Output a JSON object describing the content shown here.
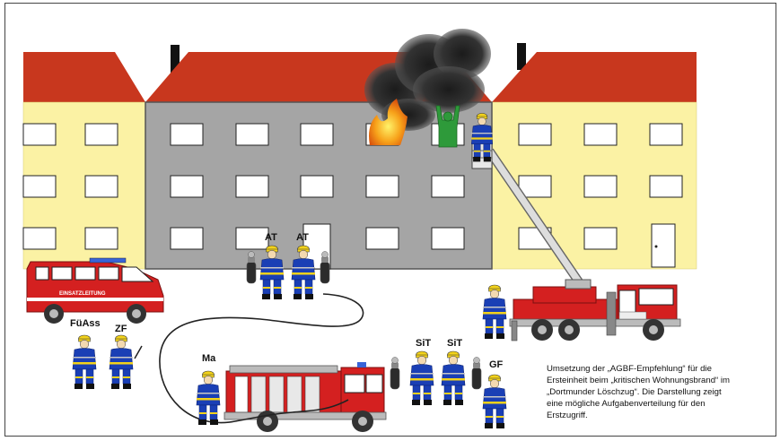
{
  "labels": {
    "at1": "AT",
    "at2": "AT",
    "fua": "FüAss",
    "zf": "ZF",
    "ma": "Ma",
    "sit1": "SiT",
    "sit2": "SiT",
    "gf": "GF",
    "vehicle_text": "EINSATZLEITUNG"
  },
  "caption": {
    "line1": "Umsetzung der „AGBF-Empfehlung“ für die",
    "line2": "Ersteinheit beim „kritischen Wohnungsbrand“ im",
    "line3": "„Dortmunder Löschzug“. Die Darstellung zeigt",
    "line4": "eine mögliche Aufgabenverteilung für den",
    "line5": "Erstzugriff."
  },
  "colors": {
    "roof": "#c8371e",
    "yellow_building": "#fbf2a4",
    "grey_building": "#a5a5a5",
    "fire_truck": "#d42020",
    "firefighter": "#1a3fb5",
    "helmet": "#f2d21b",
    "smoke": "#2b2b2b",
    "flame": "#f08a16",
    "victim": "#2e9a3a"
  }
}
